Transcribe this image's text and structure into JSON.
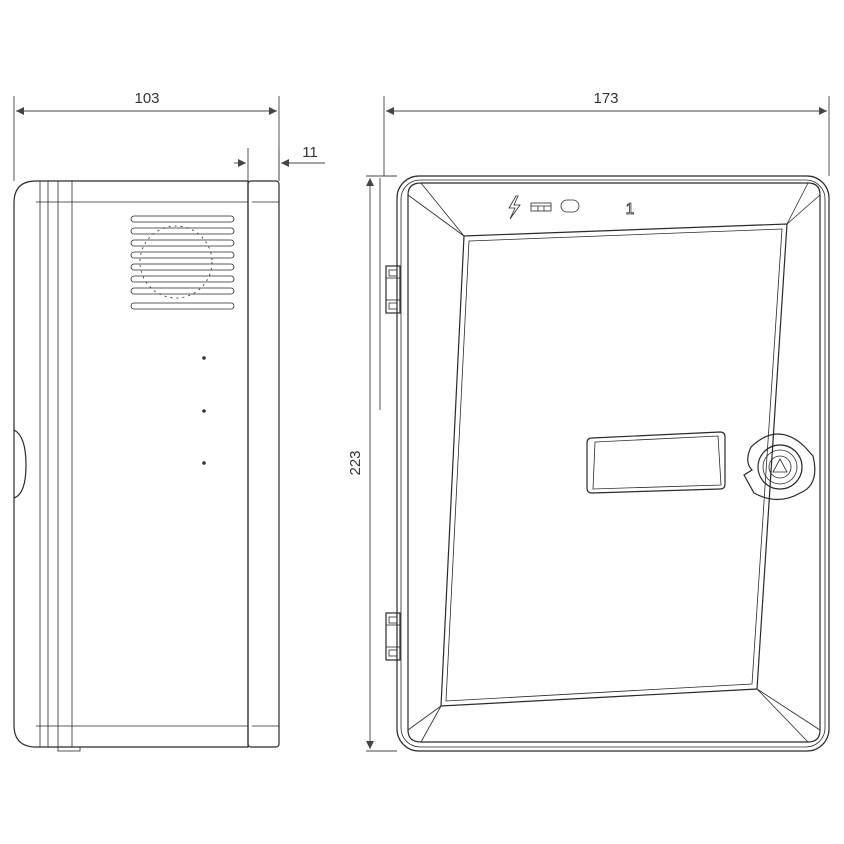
{
  "dimensions": {
    "side_depth": "103",
    "door_offset": "11",
    "front_width": "173",
    "front_height": "223"
  },
  "front_panel": {
    "number_label": "1",
    "icons": [
      "lightning-icon",
      "battery-icon",
      "pill-indicator-icon",
      "lock-icon"
    ]
  },
  "colors": {
    "line": "#2a2a2a",
    "background": "#ffffff"
  }
}
